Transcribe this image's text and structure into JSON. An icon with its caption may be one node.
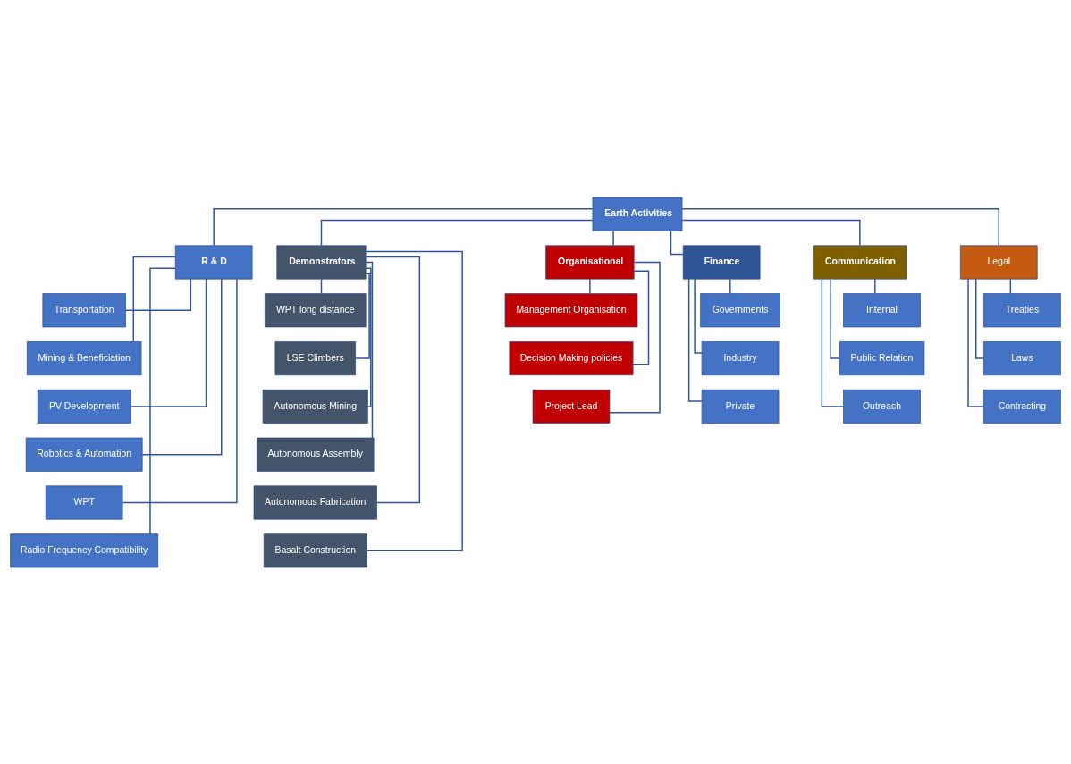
{
  "diagram": {
    "nodes": [
      {
        "text": [
          "Earth Activities"
        ]
      },
      {
        "text": [
          "R & D"
        ]
      },
      {
        "text": [
          "Demonstrators"
        ]
      },
      {
        "text": [
          "Organisational"
        ]
      },
      {
        "text": [
          "Finance"
        ]
      },
      {
        "text": [
          "Communication"
        ]
      },
      {
        "text": [
          "Legal"
        ]
      },
      {
        "text": [
          "Transportation"
        ]
      },
      {
        "text": [
          "Mining & Beneficiation"
        ]
      },
      {
        "text": [
          "PV Development"
        ]
      },
      {
        "text": [
          "Robotics & Automation"
        ]
      },
      {
        "text": [
          "WPT"
        ]
      },
      {
        "text": [
          "Radio Frequency Compatibility"
        ]
      },
      {
        "text": [
          "WPT long distance"
        ]
      },
      {
        "text": [
          "LSE Climbers"
        ]
      },
      {
        "text": [
          "Autonomous Mining"
        ]
      },
      {
        "text": [
          "Autonomous Assembly"
        ]
      },
      {
        "text": [
          "Autonomous Fabrication"
        ]
      },
      {
        "text": [
          "Basalt Construction"
        ]
      },
      {
        "text": [
          "Management Organisation"
        ]
      },
      {
        "text": [
          "Decision Making policies"
        ]
      },
      {
        "text": [
          "Project Lead"
        ]
      },
      {
        "text": [
          "Governments"
        ]
      },
      {
        "text": [
          "Industry"
        ]
      },
      {
        "text": [
          "Private"
        ]
      },
      {
        "text": [
          "Internal"
        ]
      },
      {
        "text": [
          "Public Relation"
        ]
      },
      {
        "text": [
          "Outreach"
        ]
      },
      {
        "text": [
          "Treaties"
        ]
      },
      {
        "text": [
          "Laws"
        ]
      },
      {
        "text": [
          "Contracting"
        ]
      }
    ],
    "edges": [
      {
        "from": 0,
        "to": 1,
        "arrow": "none"
      },
      {
        "from": 0,
        "to": 2,
        "arrow": "none"
      },
      {
        "from": 0,
        "to": 3,
        "arrow": "none"
      },
      {
        "from": 0,
        "to": 4,
        "arrow": "none"
      },
      {
        "from": 0,
        "to": 5,
        "arrow": "none"
      },
      {
        "from": 0,
        "to": 6,
        "arrow": "none"
      },
      {
        "from": 1,
        "to": 7,
        "arrow": "none"
      },
      {
        "from": 1,
        "to": 8,
        "arrow": "none"
      },
      {
        "from": 1,
        "to": 9,
        "arrow": "none"
      },
      {
        "from": 1,
        "to": 10,
        "arrow": "none"
      },
      {
        "from": 1,
        "to": 11,
        "arrow": "none"
      },
      {
        "from": 1,
        "to": 12,
        "arrow": "none"
      },
      {
        "from": 2,
        "to": 13,
        "arrow": "none"
      },
      {
        "from": 2,
        "to": 14,
        "arrow": "none"
      },
      {
        "from": 2,
        "to": 15,
        "arrow": "none"
      },
      {
        "from": 2,
        "to": 16,
        "arrow": "none"
      },
      {
        "from": 2,
        "to": 17,
        "arrow": "none"
      },
      {
        "from": 2,
        "to": 18,
        "arrow": "none"
      },
      {
        "from": 3,
        "to": 19,
        "arrow": "none"
      },
      {
        "from": 3,
        "to": 20,
        "arrow": "none"
      },
      {
        "from": 3,
        "to": 21,
        "arrow": "none"
      },
      {
        "from": 4,
        "to": 22,
        "arrow": "none"
      },
      {
        "from": 4,
        "to": 23,
        "arrow": "none"
      },
      {
        "from": 4,
        "to": 24,
        "arrow": "none"
      },
      {
        "from": 5,
        "to": 25,
        "arrow": "none"
      },
      {
        "from": 5,
        "to": 26,
        "arrow": "none"
      },
      {
        "from": 5,
        "to": 27,
        "arrow": "none"
      },
      {
        "from": 6,
        "to": 28,
        "arrow": "none"
      },
      {
        "from": 6,
        "to": 29,
        "arrow": "none"
      },
      {
        "from": 6,
        "to": 30,
        "arrow": "none"
      }
    ]
  }
}
